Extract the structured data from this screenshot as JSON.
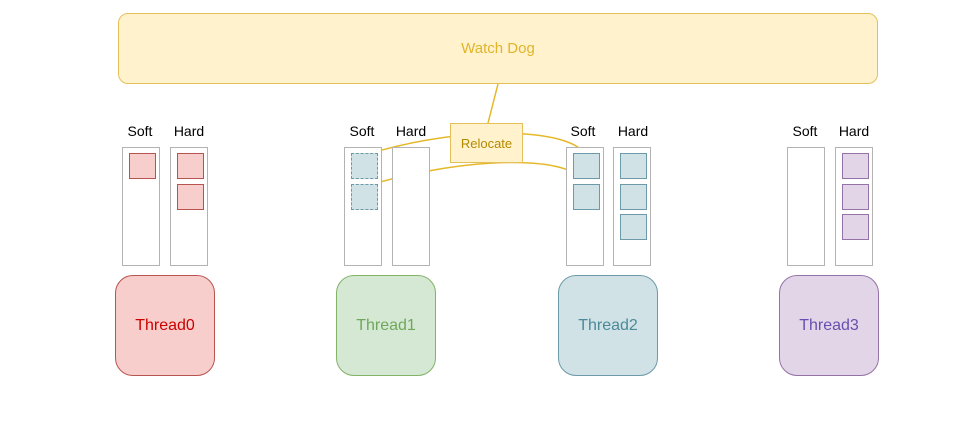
{
  "watchdog": {
    "label": "Watch Dog"
  },
  "relocate": {
    "label": "Relocate"
  },
  "columns": {
    "soft": "Soft",
    "hard": "Hard"
  },
  "threads": [
    {
      "label": "Thread0",
      "soft_tasks": 1,
      "hard_tasks": 2
    },
    {
      "label": "Thread1",
      "soft_tasks": 2,
      "hard_tasks": 0
    },
    {
      "label": "Thread2",
      "soft_tasks": 2,
      "hard_tasks": 3
    },
    {
      "label": "Thread3",
      "soft_tasks": 0,
      "hard_tasks": 3
    }
  ],
  "colors": {
    "watchdog": "#fff2cc",
    "thread0": "#f8cecc",
    "thread1": "#d5e8d4",
    "thread2": "#d0e2e6",
    "thread3": "#e1d5e7",
    "arrow": "#e5b82a"
  }
}
